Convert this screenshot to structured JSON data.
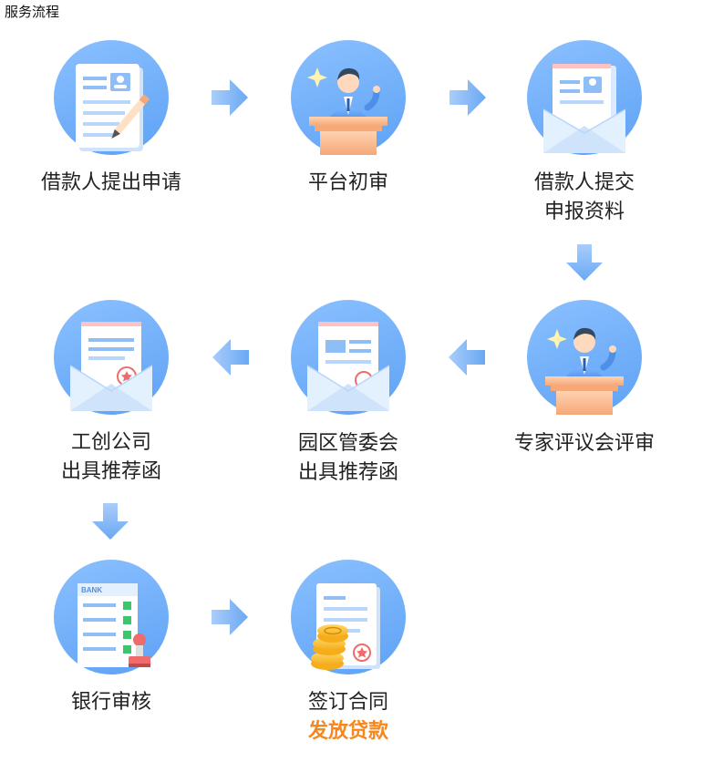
{
  "page_title": "服务流程",
  "colors": {
    "circle": "#6aaaf7",
    "arrow": "#7fb4f5",
    "highlight": "#f7871d",
    "text": "#222222"
  },
  "steps": [
    {
      "id": "apply",
      "icon": "document-pen-icon",
      "lines": [
        "借款人提出申请"
      ]
    },
    {
      "id": "platform-review",
      "icon": "speaker-podium-icon",
      "lines": [
        "平台初审"
      ]
    },
    {
      "id": "submit-materials",
      "icon": "envelope-document-icon",
      "lines": [
        "借款人提交",
        "申报资料"
      ]
    },
    {
      "id": "expert-review",
      "icon": "speaker-podium-icon",
      "lines": [
        "专家评议会评审"
      ]
    },
    {
      "id": "park-letter",
      "icon": "envelope-letter-icon",
      "lines": [
        "园区管委会",
        "出具推荐函"
      ]
    },
    {
      "id": "union-letter",
      "icon": "envelope-letter-icon",
      "lines": [
        "工创公司",
        "出具推荐函"
      ]
    },
    {
      "id": "bank-review",
      "icon": "bank-checklist-icon",
      "icon_text": "BANK",
      "lines": [
        "银行审核"
      ]
    },
    {
      "id": "sign-contract",
      "icon": "contract-coins-icon",
      "lines": [
        "签订合同"
      ],
      "sub": "发放贷款"
    }
  ]
}
